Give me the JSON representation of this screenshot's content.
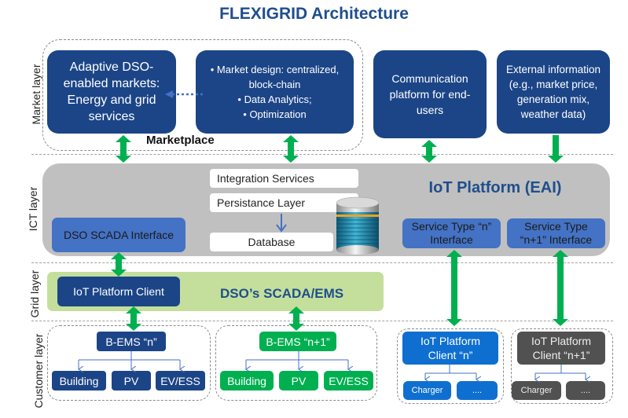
{
  "title": "FLEXIGRID Architecture",
  "layers": {
    "market": "Market layer",
    "ict": "ICT layer",
    "grid": "Grid layer",
    "customer": "Customer layer"
  },
  "market": {
    "adaptive_box": "Adaptive DSO-enabled markets: Energy and grid services",
    "design_items": [
      "• Market design: centralized,",
      "block-chain",
      "• Data Analytics;",
      "• Optimization"
    ],
    "marketplace_label": "Marketplace",
    "communication_box": "Communication platform for end-users",
    "external_box": "External information (e.g., market price, generation mix, weather data)"
  },
  "ict": {
    "integration_services": "Integration Services",
    "persistance_layer": "Persistance Layer",
    "database": "Database",
    "scada_interface": "DSO SCADA Interface",
    "iot_platform": "IoT Platform (EAI)",
    "service_n": "Service Type “n” Interface",
    "service_n1": "Service Type “n+1” Interface"
  },
  "grid": {
    "iot_client": "IoT Platform Client",
    "scada_ems": "DSO’s SCADA/EMS"
  },
  "customer": {
    "bems_n": "B-EMS “n”",
    "bems_n1": "B-EMS “n+1”",
    "n_children": [
      "Building",
      "PV",
      "EV/ESS"
    ],
    "n1_children": [
      "Building",
      "PV",
      "EV/ESS"
    ],
    "client_n": "IoT Platform Client “n”",
    "client_n1": "IoT Platform Client “n+1”",
    "client_n_children": [
      "Charger",
      "...."
    ],
    "client_n1_children": [
      "Charger",
      "...."
    ]
  },
  "colors": {
    "dark_blue": "#1c4587",
    "mid_blue": "#4472c4",
    "green_arrow": "#00b050",
    "grid_green": "#c4df9b",
    "ict_gray": "#c0c0c0"
  }
}
